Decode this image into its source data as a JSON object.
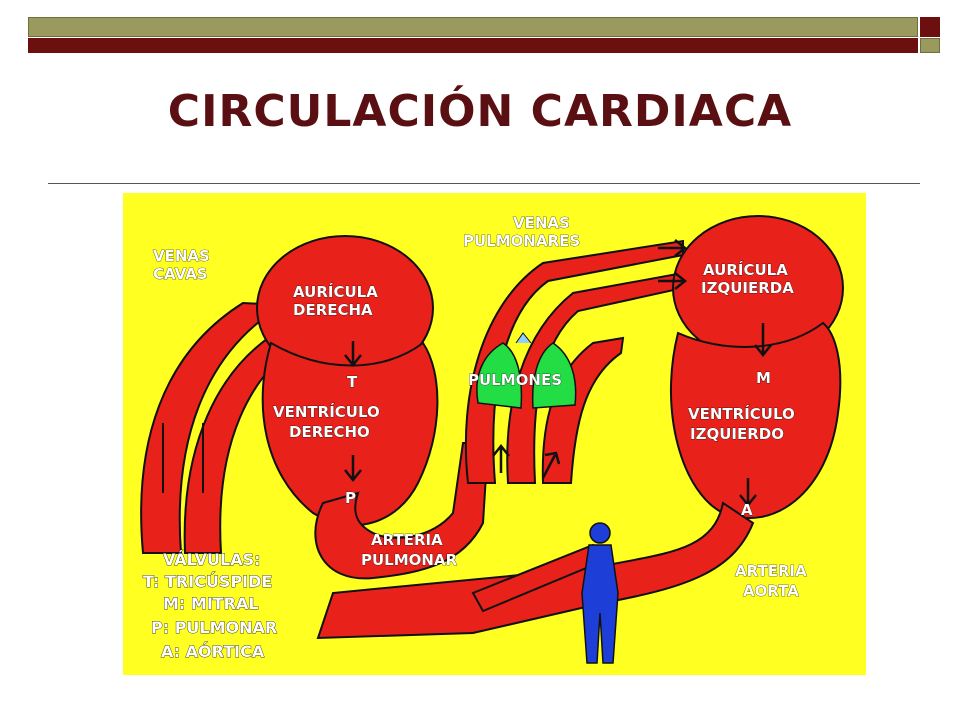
{
  "slide": {
    "title": "CIRCULACIÓN CARDIACA",
    "colors": {
      "title": "#5a0f12",
      "bar_olive": "#9a9a5e",
      "bar_maroon": "#6b0f0f",
      "diagram_bg": "#ffff22",
      "blood": "#e8211b",
      "lungs": "#22dd44",
      "person": "#1d3fd8"
    }
  },
  "diagram": {
    "labels": {
      "venas_cavas_1": "VENAS",
      "venas_cavas_2": "CAVAS",
      "venas_pulmonares_1": "VENAS",
      "venas_pulmonares_2": "PULMONARES",
      "auricula_derecha_1": "AURÍCULA",
      "auricula_derecha_2": "DERECHA",
      "auricula_izquierda_1": "AURÍCULA",
      "auricula_izquierda_2": "IZQUIERDA",
      "valve_t": "T",
      "valve_m": "M",
      "valve_p": "P",
      "valve_a": "A",
      "ventriculo_derecho_1": "VENTRÍCULO",
      "ventriculo_derecho_2": "DERECHO",
      "ventriculo_izquierdo_1": "VENTRÍCULO",
      "ventriculo_izquierdo_2": "IZQUIERDO",
      "pulmones": "PULMONES",
      "arteria_pulmonar_1": "ARTERIA",
      "arteria_pulmonar_2": "PULMONAR",
      "arteria_aorta_1": "ARTERIA",
      "arteria_aorta_2": "AORTA"
    },
    "legend": {
      "title": "VÁLVULAS:",
      "items": [
        "T: TRICÚSPIDE",
        "M: MITRAL",
        "P: PULMONAR",
        "A: AÓRTICA"
      ]
    }
  }
}
